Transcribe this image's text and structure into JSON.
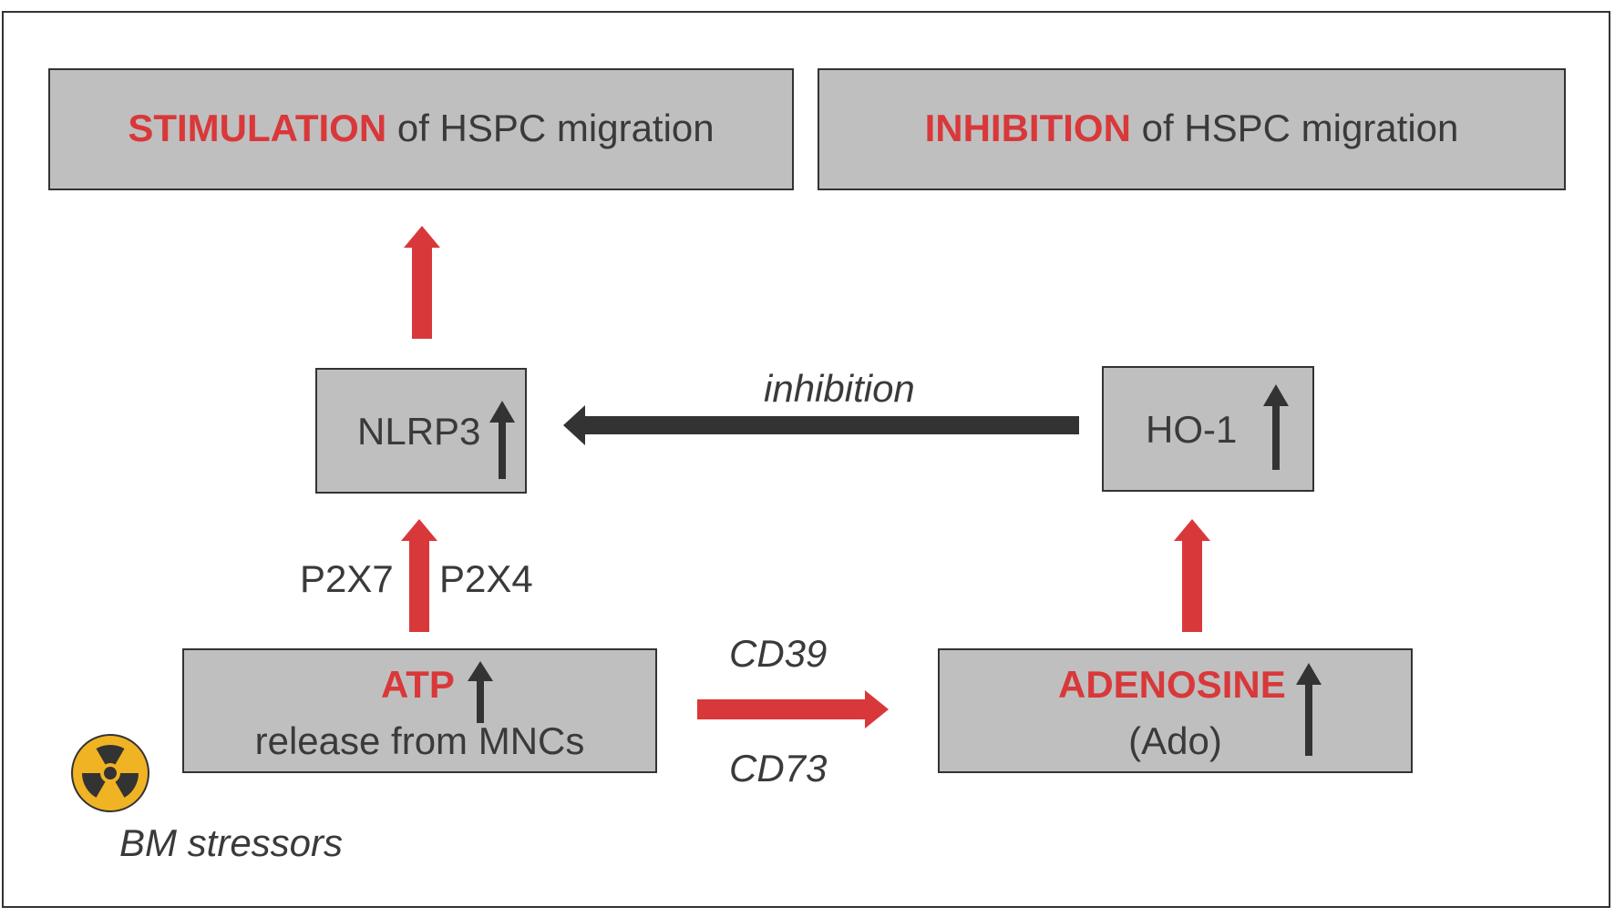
{
  "outcomes": {
    "stimulation": {
      "keyword": "STIMULATION",
      "rest": " of HSPC migration"
    },
    "inhibition": {
      "keyword": "INHIBITION",
      "rest": " of HSPC migration"
    }
  },
  "nodes": {
    "nlrp3": "NLRP3",
    "ho1": "HO-1",
    "atp": {
      "keyword": "ATP",
      "line2": "release from MNCs"
    },
    "adenosine": {
      "keyword": "ADENOSINE",
      "line2": "(Ado)"
    }
  },
  "edges": {
    "inhibition": "inhibition",
    "receptor_left": "P2X7",
    "receptor_right": "P2X4",
    "enzyme_top": "CD39",
    "enzyme_bottom": "CD73"
  },
  "stressor": {
    "label": "BM stressors",
    "icon": "radiation-icon"
  },
  "colors": {
    "box": "#bfbfbf",
    "accent": "#d9383a",
    "dark": "#333333",
    "icon": "#f0b323"
  }
}
